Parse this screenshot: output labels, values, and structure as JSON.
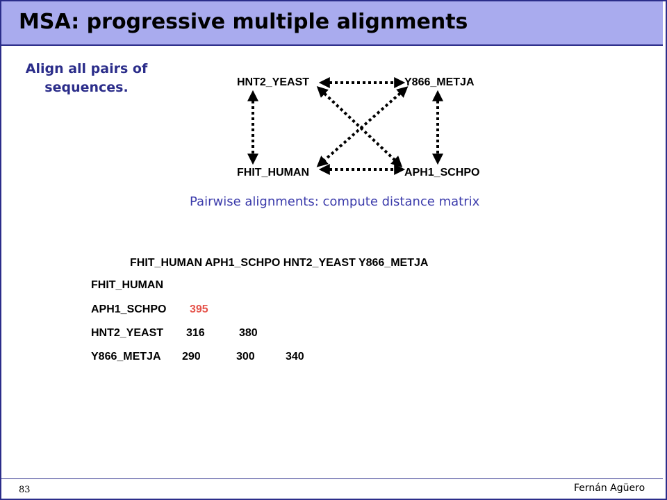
{
  "slide": {
    "title": "MSA: progressive multiple alignments",
    "subtitle": "Align all pairs of sequences.",
    "caption": "Pairwise alignments: compute distance matrix",
    "page_number": "83",
    "author": "Fernán Agüero"
  },
  "diagram": {
    "nodes": [
      "HNT2_YEAST",
      "Y866_METJA",
      "FHIT_HUMAN",
      "APH1_SCHPO"
    ]
  },
  "matrix": {
    "header": "FHIT_HUMAN APH1_SCHPO HNT2_YEAST Y866_METJA",
    "rows": [
      {
        "label": "FHIT_HUMAN",
        "values": []
      },
      {
        "label": "APH1_SCHPO",
        "values": [
          "395"
        ]
      },
      {
        "label": "HNT2_YEAST",
        "values": [
          "316",
          "380"
        ]
      },
      {
        "label": "Y866_METJA",
        "values": [
          "290",
          "300",
          "340"
        ]
      }
    ]
  },
  "colors": {
    "title_bar": "#a9abee",
    "border": "#2b2d8a",
    "subtitle": "#2b2d8a",
    "caption": "#3b3bab",
    "highlight_value": "#e5534b"
  }
}
